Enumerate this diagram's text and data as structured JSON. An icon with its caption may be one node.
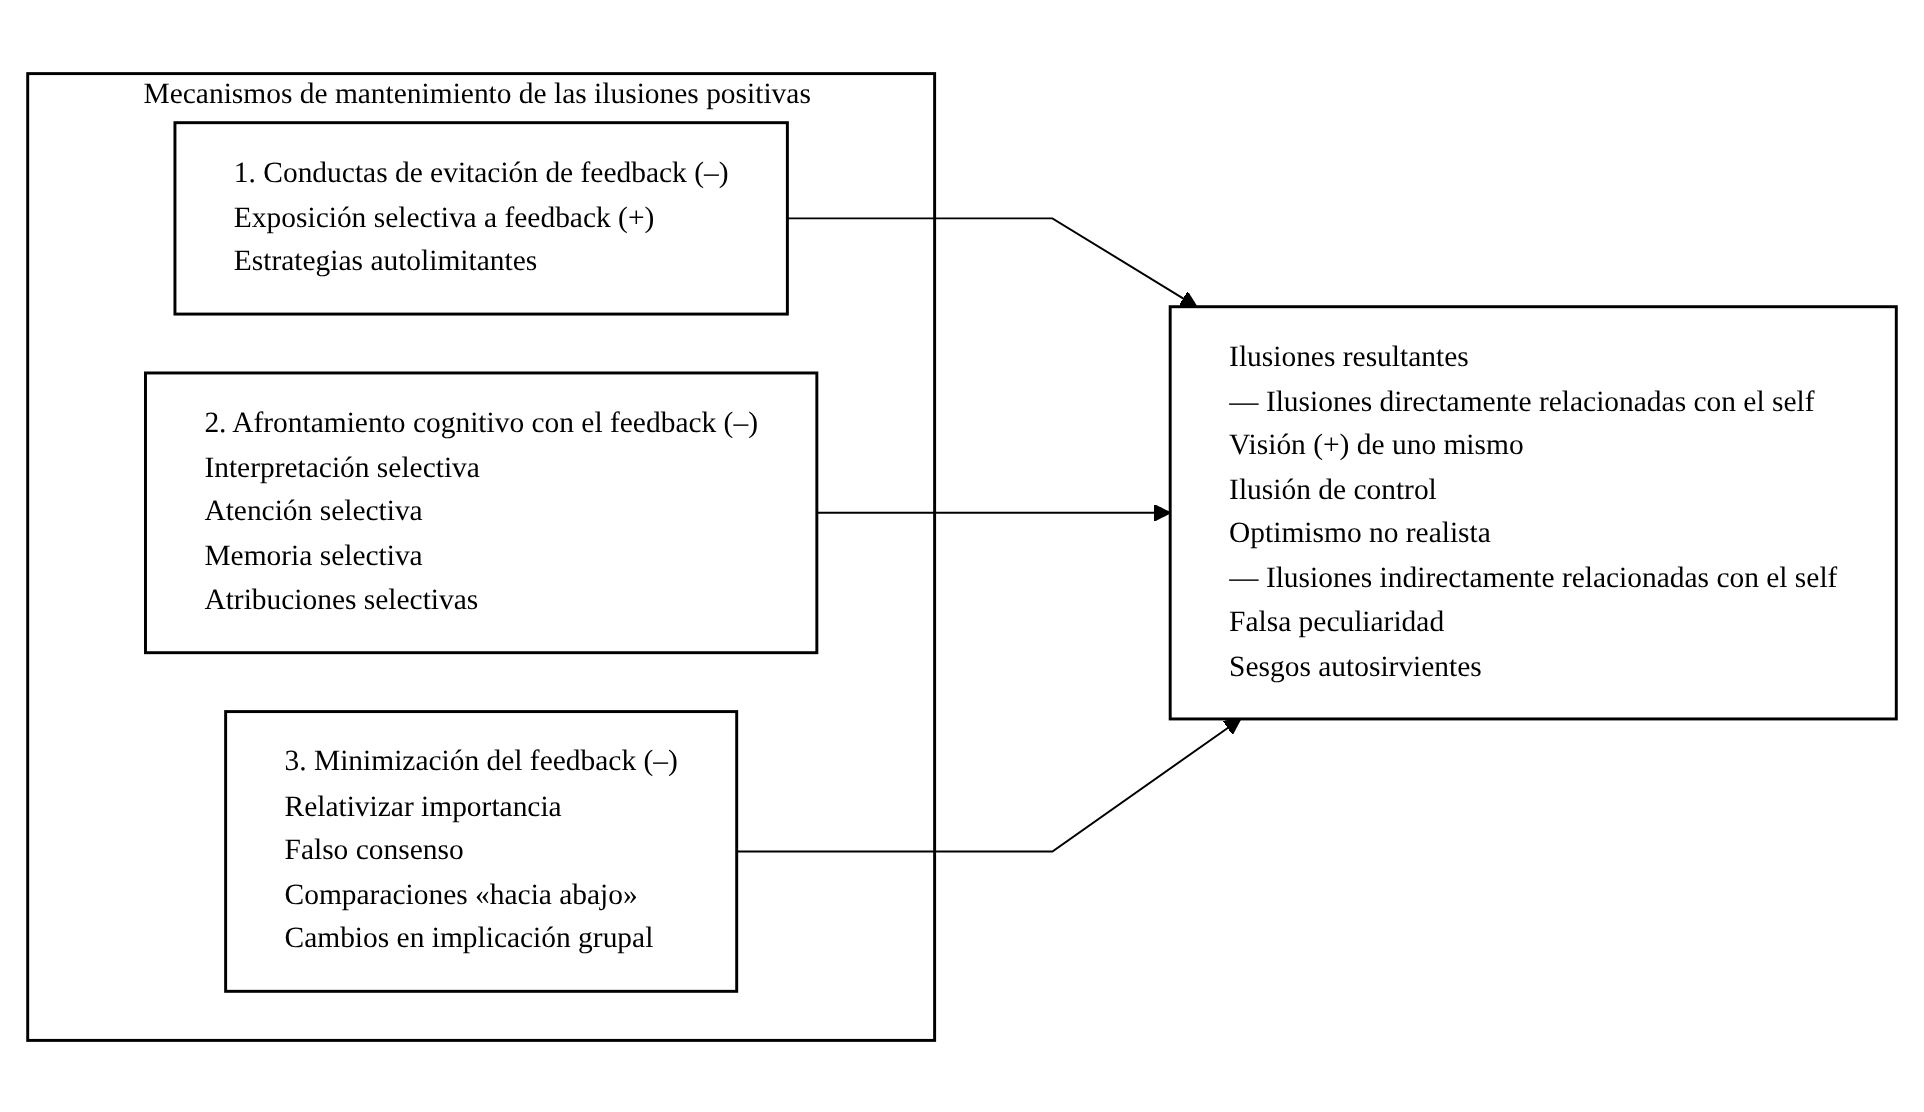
{
  "diagram": {
    "nodes": [
      {
        "text": [
          "Mecanismos de mantenimiento de las ilusiones positivas"
        ]
      },
      {
        "text": [
          "1. Conductas de evitación de feedback (–)",
          "Exposición selectiva a feedback (+)",
          "Estrategias autolimitantes"
        ],
        "in": 0
      },
      {
        "text": [
          "2. Afrontamiento cognitivo con el feedback (–)",
          "Interpretación selectiva",
          "Atención selectiva",
          "Memoria selectiva",
          "Atribuciones selectivas"
        ],
        "in": 0
      },
      {
        "text": [
          "3. Minimización del feedback (–)",
          "Relativizar importancia",
          "Falso consenso",
          "Comparaciones «hacia abajo»",
          "Cambios en implicación grupal"
        ],
        "in": 0
      },
      {
        "text": [
          "Ilusiones resultantes",
          "— Ilusiones directamente relacionadas con el self",
          "Visión (+) de uno mismo",
          "Ilusión de control",
          "Optimismo no realista",
          "— Ilusiones indirectamente relacionadas con el self",
          "Falsa peculiaridad",
          "Sesgos autosirvientes"
        ]
      }
    ],
    "edges": [
      {
        "from": 1,
        "to": 4,
        "arrow": "to"
      },
      {
        "from": 2,
        "to": 4,
        "arrow": "to"
      },
      {
        "from": 3,
        "to": 4,
        "arrow": "to"
      }
    ]
  }
}
